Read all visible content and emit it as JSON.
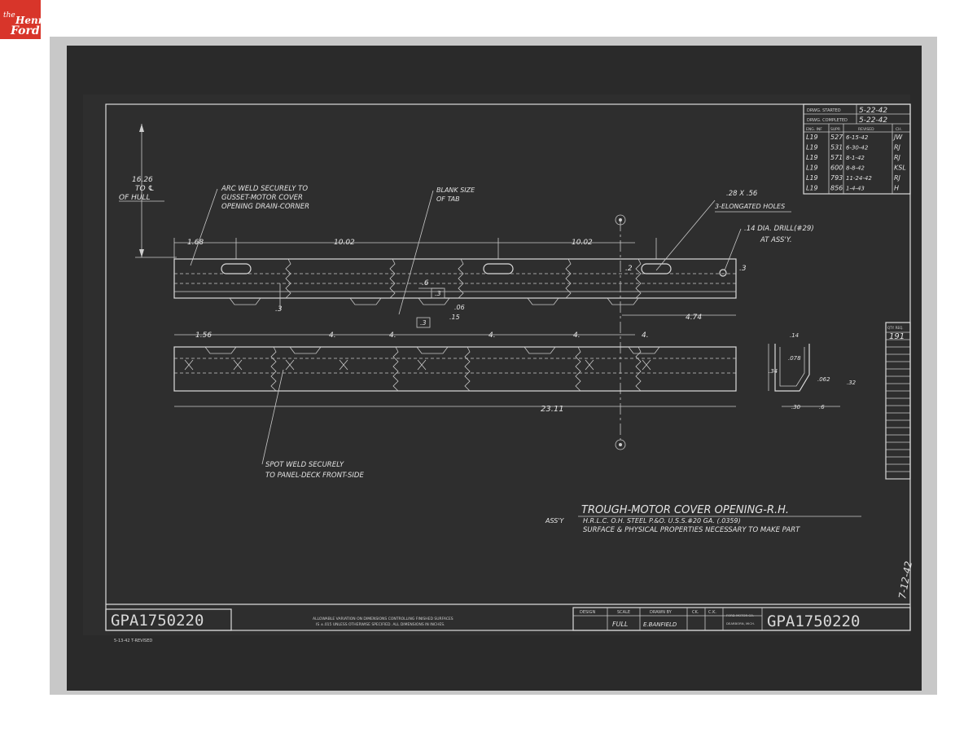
{
  "logo": {
    "the": "the",
    "henry": "Henry",
    "ford": "Ford"
  },
  "drawing_number": "GPA1750220",
  "title": "TROUGH-MOTOR COVER OPENING-R.H.",
  "material_prefix": "ASS'Y",
  "material": "H.R.L.C. O.H. STEEL P.&O. U.S.S.#20 GA. (.0359)",
  "material_note": "SURFACE & PHYSICAL PROPERTIES NECESSARY TO MAKE PART",
  "tolerance_note_1": "ALLOWABLE VARIATION ON DIMENSIONS CONTROLLING FINISHED SURFACES",
  "tolerance_note_2": "IS ±.015 UNLESS OTHERWISE SPECIFIED.  ALL DIMENSIONS IN INCHES.",
  "notes": {
    "arc_weld_1": "ARC WELD SECURELY TO",
    "arc_weld_2": "GUSSET-MOTOR COVER",
    "arc_weld_3": "OPENING DRAIN-CORNER",
    "blank_1": "BLANK SIZE",
    "blank_2": "OF TAB",
    "holes_1": ".28 X .56",
    "holes_2": "3-ELONGATED HOLES",
    "drill_1": ".14 DIA. DRILL(#29)",
    "drill_2": "AT ASS'Y.",
    "spot_1": "SPOT WELD SECURELY",
    "spot_2": "TO PANEL-DECK FRONT-SIDE",
    "hull_1": "16.26",
    "hull_2": "TO ℄",
    "hull_3": "OF HULL"
  },
  "dims": {
    "d168": "1.68",
    "d1002a": "10.02",
    "d1002b": "10.02",
    "d6": ".6",
    "d3a": ".3",
    "d3b": ".3",
    "d3c": ".3",
    "d06": ".06",
    "d15": ".15",
    "d474": "4.74",
    "d2": ".2",
    "d3d": ".3",
    "d156": "1.56",
    "d4a": "4.",
    "d4b": "4.",
    "d4c": "4.",
    "d4d": "4.",
    "d4e": "4.",
    "d2311": "23.11",
    "s14": ".14",
    "s078": ".078",
    "s34": ".34",
    "s062": ".062",
    "s32": ".32",
    "s30": ".30",
    "s6": ".6"
  },
  "rev_block": {
    "started_label": "DRWG. STARTED",
    "started_value": "5-22-42",
    "completed_label": "DRWG. COMPLETED",
    "completed_value": "5-22-42",
    "headers": [
      "ENG. INF",
      "SUPR",
      "REVISED",
      "CH."
    ],
    "rows": [
      [
        "L19",
        "527",
        "6-15-42",
        "JW"
      ],
      [
        "L19",
        "531",
        "6-30-42",
        "RJ"
      ],
      [
        "L19",
        "571",
        "8-1-42",
        "RJ"
      ],
      [
        "L19",
        "600",
        "8-8-42",
        "KSL"
      ],
      [
        "L19",
        "793",
        "11-24-42",
        "RJ"
      ],
      [
        "L19",
        "856",
        "1-4-43",
        "H"
      ]
    ]
  },
  "side_block": {
    "label": "QTY. REQ.",
    "value": "191"
  },
  "title_block": {
    "headers": [
      "DESIGN",
      "SCALE",
      "DRAWN BY",
      "CK.",
      "C.K."
    ],
    "values": [
      "",
      "FULL",
      "E.BANFIELD",
      "",
      ""
    ],
    "company_1": "FORD MOTOR CO.",
    "company_2": "DEARBORN, MICH."
  },
  "stamp": "5-13-42  T-REVISED",
  "signature": "7-12-42"
}
